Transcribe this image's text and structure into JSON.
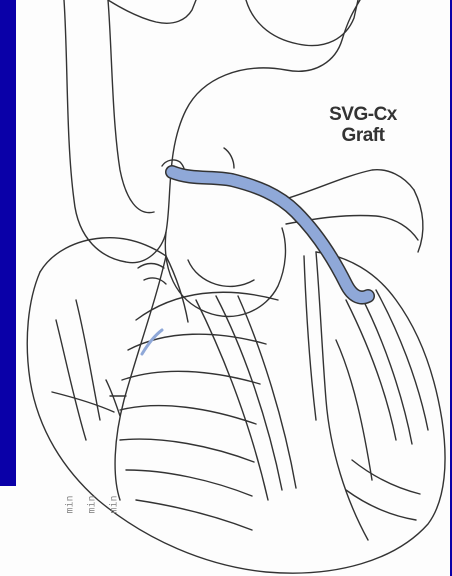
{
  "diagram": {
    "label_line1": "SVG-Cx",
    "label_line2": "Graft",
    "graft_color": "#8fa8d8",
    "background_color": "#0a00a8",
    "line_color": "#333333",
    "artifact_text": [
      "min",
      "min",
      "min"
    ]
  }
}
